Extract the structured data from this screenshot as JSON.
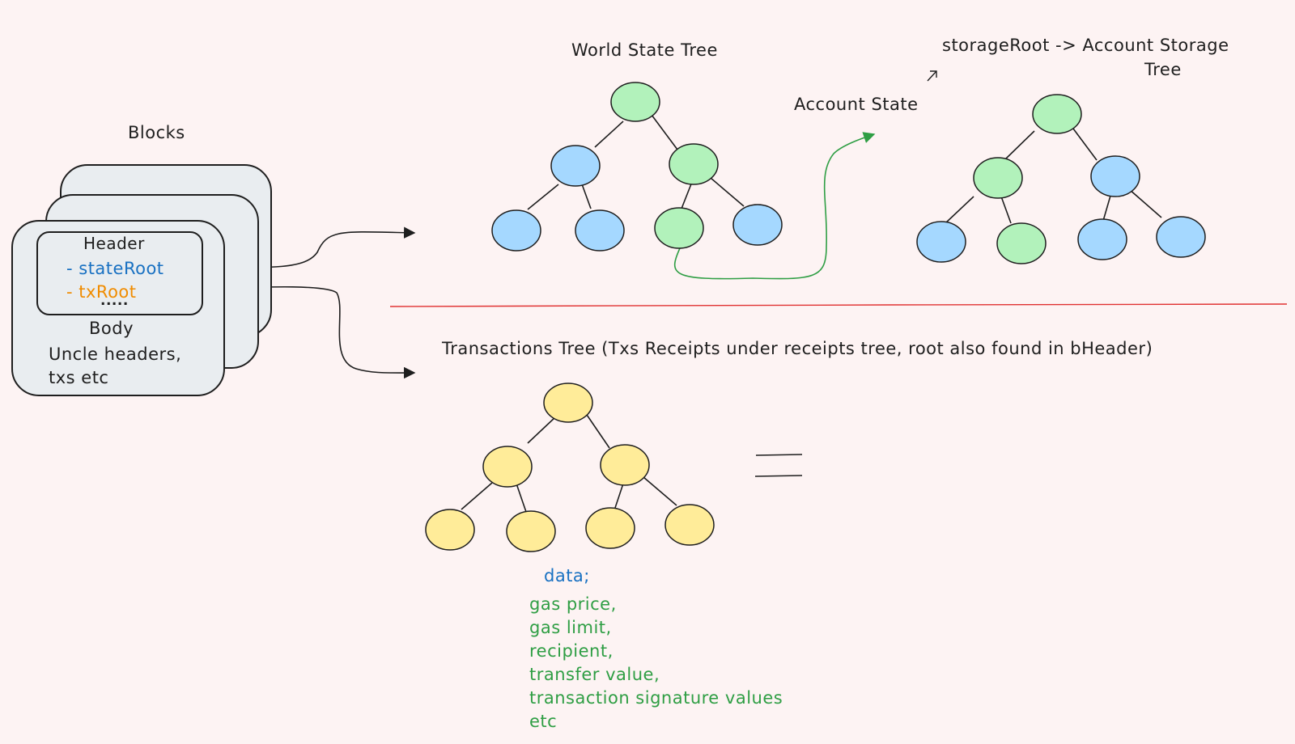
{
  "blocks": {
    "title": "Blocks",
    "header": "Header",
    "state_root": "- stateRoot",
    "tx_root": "- txRoot",
    "ellipsis": ".....",
    "body": "Body",
    "body_line1": "Uncle headers,",
    "body_line2": "txs etc"
  },
  "world_state": {
    "title": "World State Tree"
  },
  "account_state": {
    "label": "Account State"
  },
  "storage": {
    "line1": "storageRoot -> Account Storage",
    "line2": "Tree"
  },
  "transactions": {
    "title": "Transactions Tree (Txs Receipts under receipts tree, root also found in bHeader)"
  },
  "tx_data": {
    "heading": "data;",
    "lines": [
      "gas price,",
      "gas limit,",
      "recipient,",
      "transfer value,",
      "transaction signature values",
      "etc"
    ]
  },
  "colors": {
    "background": "#fdf3f3",
    "green_node": "#b2f2bb",
    "blue_node": "#a5d8ff",
    "yellow_node": "#ffec99",
    "state_root": "#1971c2",
    "tx_root": "#f08c00",
    "green_text": "#2f9e44",
    "divider": "#e03131"
  }
}
